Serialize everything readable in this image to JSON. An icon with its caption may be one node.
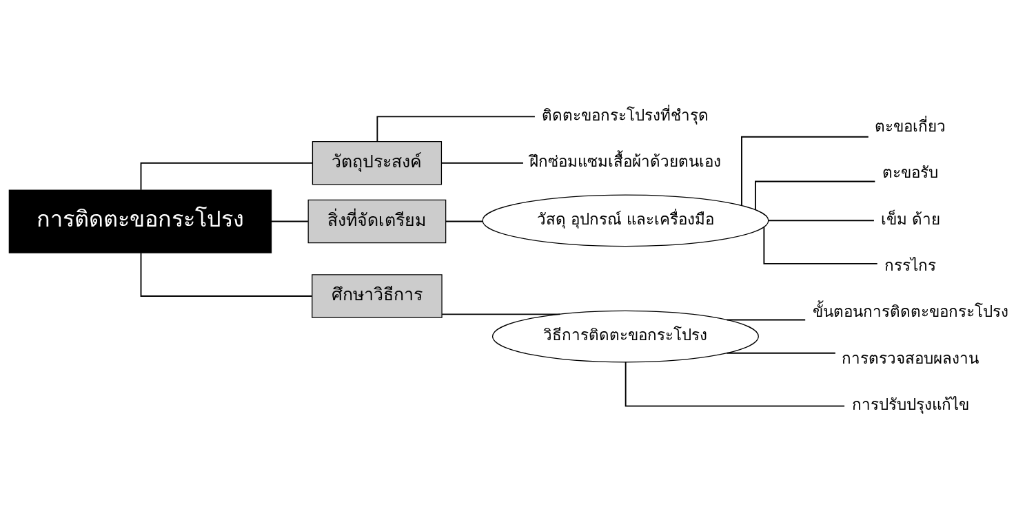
{
  "diagram": {
    "nodes": [
      {
        "text": [
          "การติดตะขอกระโปรง"
        ]
      },
      {
        "text": [
          "วัตถุประสงค์"
        ]
      },
      {
        "text": [
          "ติดตะขอกระโปรงที่ชำรุด"
        ]
      },
      {
        "text": [
          "ฝึกซ่อมแซมเสื้อผ้าด้วยตนเอง"
        ]
      },
      {
        "text": [
          "สิ่งที่จัดเตรียม"
        ]
      },
      {
        "text": [
          "วัสดุ อุปกรณ์ และเครื่องมือ"
        ]
      },
      {
        "text": [
          "ตะขอเกี่ยว"
        ]
      },
      {
        "text": [
          "ตะขอรับ"
        ]
      },
      {
        "text": [
          "เข็ม ด้าย"
        ]
      },
      {
        "text": [
          "กรรไกร"
        ]
      },
      {
        "text": [
          "ศึกษาวิธีการ"
        ]
      },
      {
        "text": [
          "วิธีการติดตะขอกระโปรง"
        ]
      },
      {
        "text": [
          "ขั้นตอนการติดตะขอกระโปรง"
        ]
      },
      {
        "text": [
          "การตรวจสอบผลงาน"
        ]
      },
      {
        "text": [
          "การปรับปรุงแก้ไข"
        ]
      }
    ],
    "edges": [
      {
        "from": 0,
        "to": 1,
        "arrow": "none"
      },
      {
        "from": 0,
        "to": 4,
        "arrow": "none"
      },
      {
        "from": 0,
        "to": 10,
        "arrow": "none"
      },
      {
        "from": 1,
        "to": 2,
        "arrow": "none"
      },
      {
        "from": 1,
        "to": 3,
        "arrow": "none"
      },
      {
        "from": 4,
        "to": 5,
        "arrow": "none"
      },
      {
        "from": 5,
        "to": 6,
        "arrow": "none"
      },
      {
        "from": 5,
        "to": 7,
        "arrow": "none"
      },
      {
        "from": 5,
        "to": 8,
        "arrow": "none"
      },
      {
        "from": 5,
        "to": 9,
        "arrow": "none"
      },
      {
        "from": 10,
        "to": 11,
        "arrow": "none"
      },
      {
        "from": 11,
        "to": 12,
        "arrow": "none"
      },
      {
        "from": 11,
        "to": 13,
        "arrow": "none"
      },
      {
        "from": 11,
        "to": 14,
        "arrow": "none"
      }
    ]
  }
}
